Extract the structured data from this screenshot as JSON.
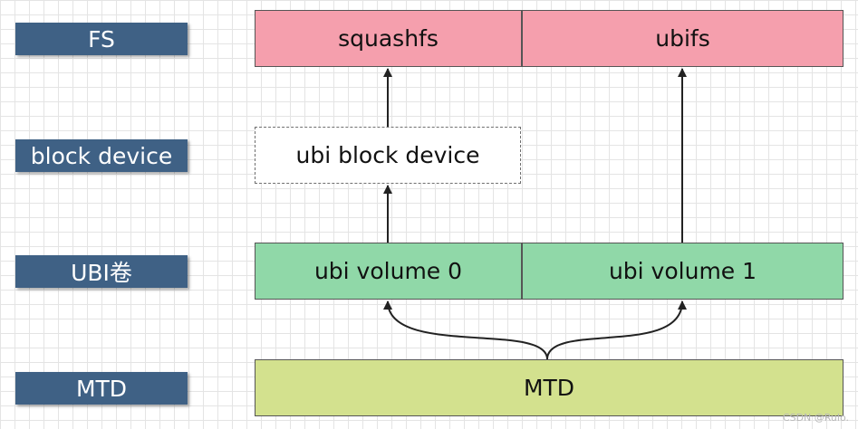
{
  "layer_labels": {
    "fs": "FS",
    "block_device": "block device",
    "ubi": "UBI卷",
    "mtd": "MTD"
  },
  "boxes": {
    "squashfs": "squashfs",
    "ubifs": "ubifs",
    "ubi_block_device": "ubi block device",
    "ubi_volume_0": "ubi volume 0",
    "ubi_volume_1": "ubi volume 1",
    "mtd": "MTD"
  },
  "watermark": "CSDN @Rulo.",
  "colors": {
    "label_bg": "#3f6185",
    "fs_box": "#f59fad",
    "volume_box": "#90d8a8",
    "mtd_box": "#d3e18e"
  }
}
